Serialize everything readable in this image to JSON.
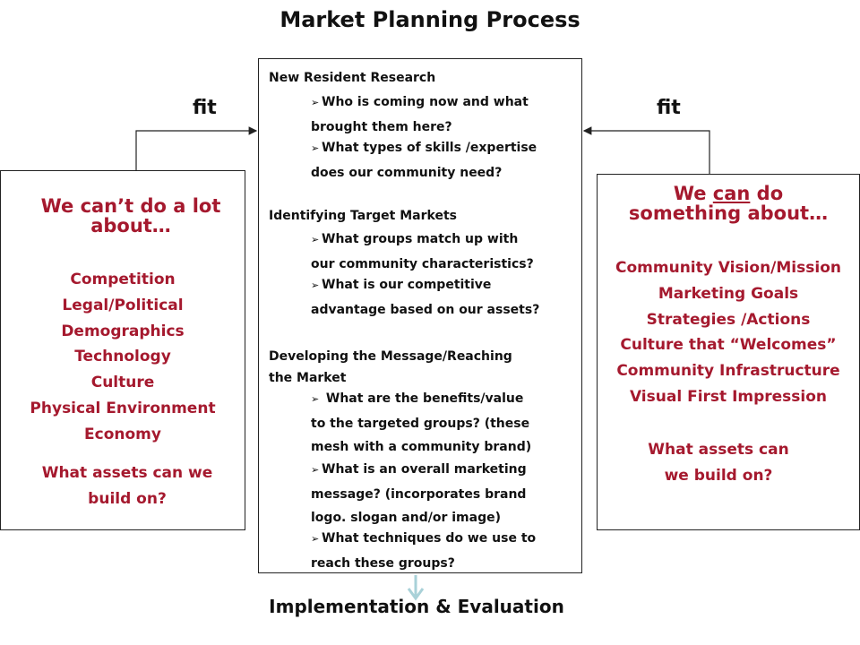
{
  "title": "Market Planning Process",
  "fit_left": "fit",
  "fit_right": "fit",
  "left_box": {
    "heading": [
      "We can’t do a lot",
      "about…"
    ],
    "items": [
      "Competition",
      "Legal/Political",
      "Demographics",
      "Technology",
      "Culture",
      "Physical Environment",
      "Economy"
    ],
    "question": [
      "What assets can we",
      "build on?"
    ]
  },
  "center_box": {
    "sections": [
      {
        "title": "New Resident Research",
        "items": [
          [
            "Who is coming now and what",
            "brought  them here?"
          ],
          [
            "What types of skills /expertise",
            "does our community need?"
          ]
        ]
      },
      {
        "title": "Identifying Target Markets",
        "items": [
          [
            "What groups match up with",
            "our community characteristics?"
          ],
          [
            "What is our competitive",
            "advantage based on our assets?"
          ]
        ]
      },
      {
        "title": [
          "Developing the Message/Reaching",
          "the Market"
        ],
        "items": [
          [
            " What are the benefits/value",
            "to the targeted groups? (these",
            "mesh with a community brand)"
          ],
          [
            "What is an overall marketing",
            "message? (incorporates brand",
            "logo. slogan and/or image)"
          ],
          [
            "What techniques do we use to",
            "reach these groups?"
          ]
        ]
      }
    ]
  },
  "right_box": {
    "heading_part1": "We ",
    "heading_emph": "can",
    "heading_part2": " do",
    "heading_line2": "something about…",
    "items": [
      "Community Vision/Mission",
      "Marketing  Goals",
      "Strategies /Actions",
      "Culture that “Welcomes”",
      "Community Infrastructure",
      "Visual First Impression"
    ],
    "question": [
      "What assets can",
      "we build on?"
    ]
  },
  "bullet_glyph": "➢",
  "footer": "Implementation & Evaluation",
  "colors": {
    "accent": "#a5192e",
    "text": "#111111",
    "down_arrow": "#a9d1d8"
  }
}
